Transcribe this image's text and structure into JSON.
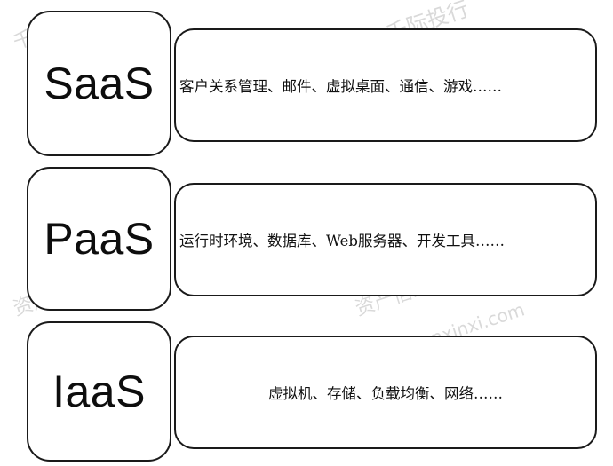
{
  "layers": [
    {
      "name": "SaaS",
      "description": "客户关系管理、邮件、虚拟桌面、通信、游戏……"
    },
    {
      "name": "PaaS",
      "description": "运行时环境、数据库、Web服务器、开发工具……"
    },
    {
      "name": "IaaS",
      "description": "虚拟机、存储、负载均衡、网络……"
    }
  ],
  "watermark": {
    "site_cn": "资产信息网",
    "brand_cn": "千际投行",
    "site_url": "zichanxinxi.com"
  },
  "colors": {
    "border": "#1a1a1a",
    "text": "#111111",
    "watermark": "#d9d9d9"
  }
}
